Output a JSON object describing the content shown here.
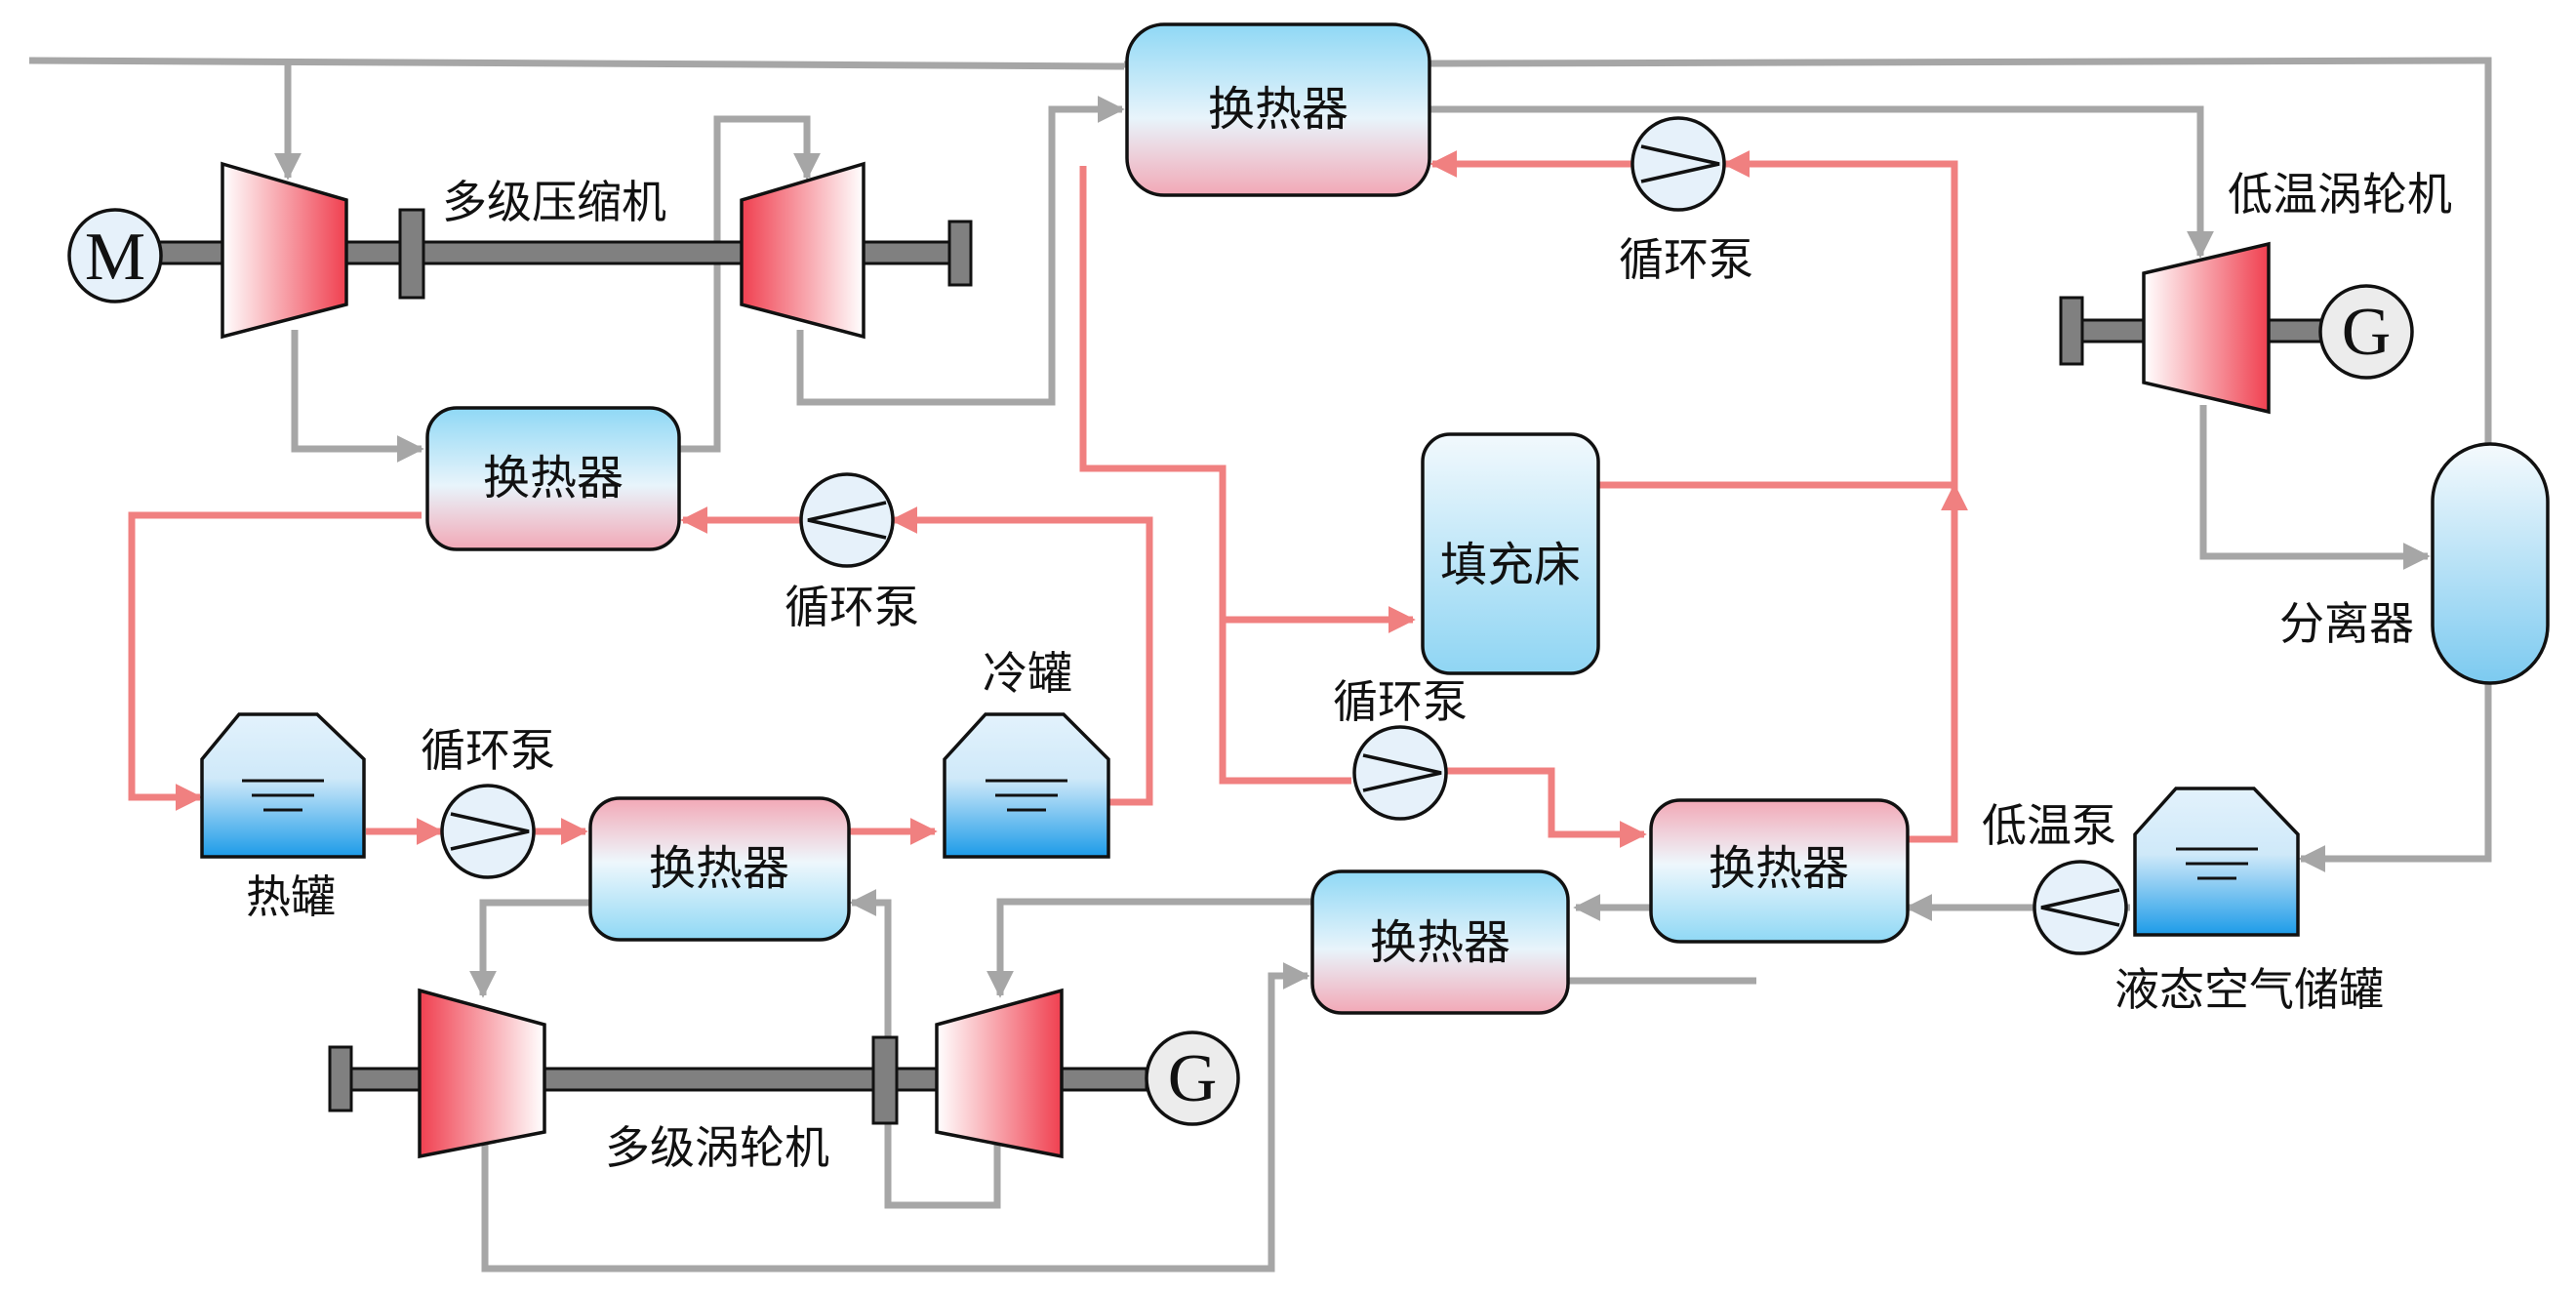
{
  "colors": {
    "air_line": "#a6a6a6",
    "heat_line": "#f08080",
    "hx_top": "#8fd8f5",
    "hx_bottom": "#f2a8b6",
    "machine_red": "#f04050",
    "tank_blue": "#1c9be8"
  },
  "components": {
    "compressor_label": "多级压缩机",
    "turbine_label": "多级涡轮机",
    "lt_turbine_label": "低温涡轮机",
    "motor_symbol": "M",
    "generator_symbol": "G",
    "generator2_symbol": "G",
    "hx_top": "换热器",
    "hx_left": "换热器",
    "hx_mid": "换热器",
    "hx_bottom_center": "换热器",
    "hx_right": "换热器",
    "packed_bed": "填充床",
    "separator_label": "分离器",
    "pump_top_label": "循环泵",
    "pump_left_label": "循环泵",
    "pump_hot_label": "循环泵",
    "pump_center_label": "循环泵",
    "lt_pump_label": "低温泵",
    "hot_tank_label": "热罐",
    "cold_tank_label": "冷罐",
    "liquid_air_tank_label": "液态空气储罐"
  }
}
